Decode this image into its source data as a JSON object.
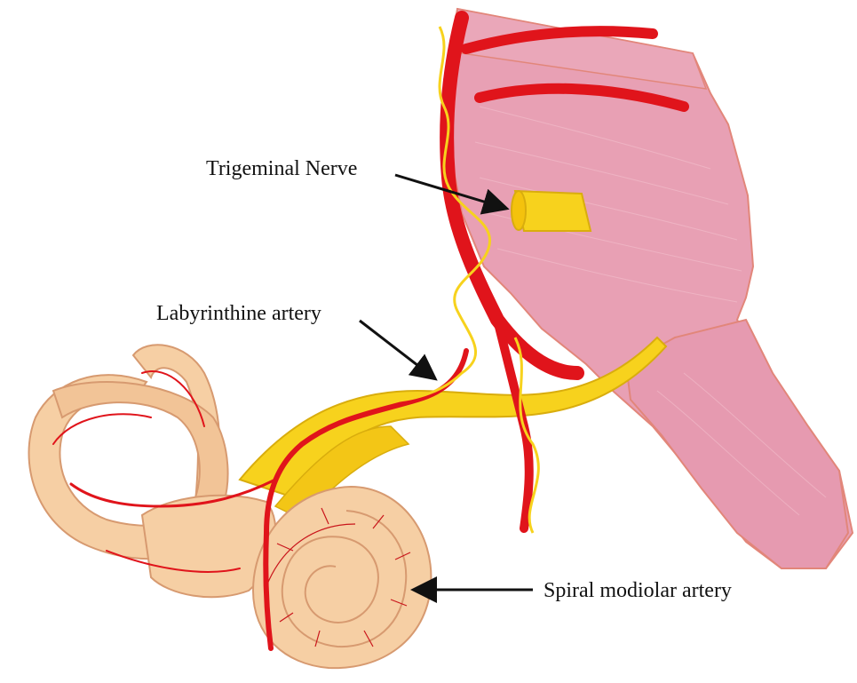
{
  "labels": {
    "trigeminal_nerve": "Trigeminal Nerve",
    "labyrinthine_artery": "Labyrinthine artery",
    "spiral_modiolar_artery": "Spiral modiolar artery"
  },
  "colors": {
    "background": "#ffffff",
    "brainstem": "#e8a0b4",
    "brainstem_outline": "#e2867a",
    "artery": "#e0141b",
    "nerve": "#f7d21d",
    "inner_ear": "#f6cfa4",
    "inner_ear_outline": "#d79a70",
    "arrow": "#111111"
  }
}
